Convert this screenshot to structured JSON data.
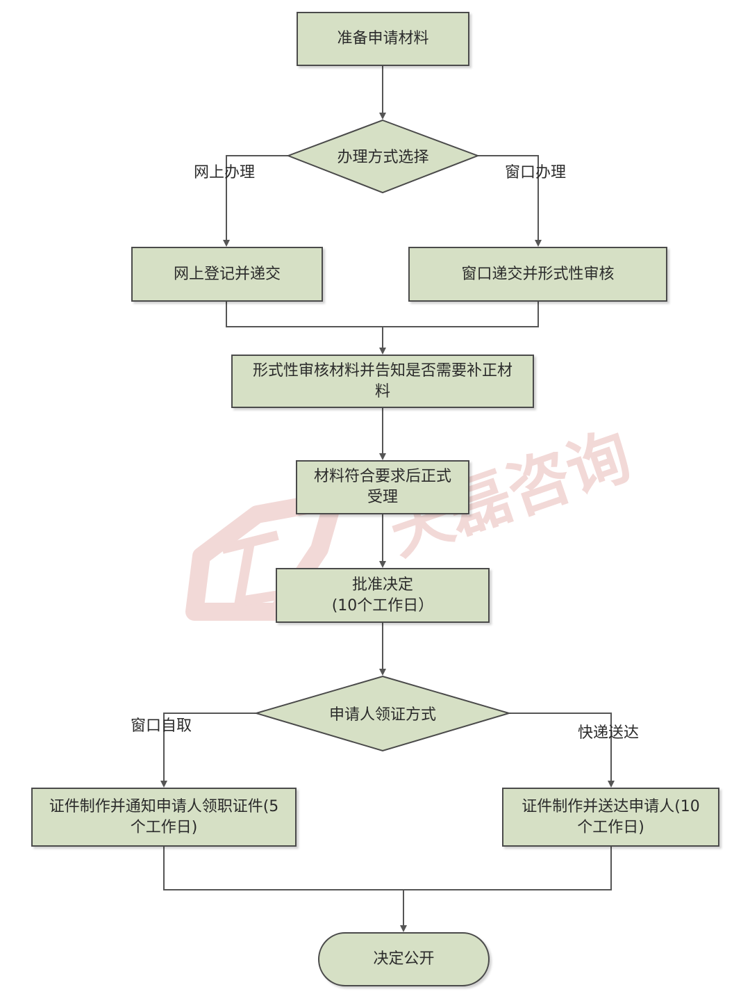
{
  "nodes": {
    "prepare": "准备申请材料",
    "method_choice": "办理方式选择",
    "online_submit": "网上登记并递交",
    "window_submit": "窗口递交并形式性审核",
    "formal_review": "形式性审核材料并告知是否需要补正材\n料",
    "accept": "材料符合要求后正式\n受理",
    "approve": "批准决定\n(10个工作日）",
    "pickup_choice": "申请人领证方式",
    "notify_pickup": "证件制作并通知申请人领职证件(5\n个工作日)",
    "deliver": "证件制作并送达申请人(10\n个工作日)",
    "publish": "决定公开"
  },
  "edge_labels": {
    "online": "网上办理",
    "window": "窗口办理",
    "self_pickup": "窗口自取",
    "express": "快递送达"
  },
  "watermark": {
    "text": "天磊咨询",
    "registered": "®"
  },
  "colors": {
    "node_fill": "#d6e0c5",
    "node_border": "#4a4a4a",
    "line": "#555555",
    "watermark": "#d98a86"
  }
}
